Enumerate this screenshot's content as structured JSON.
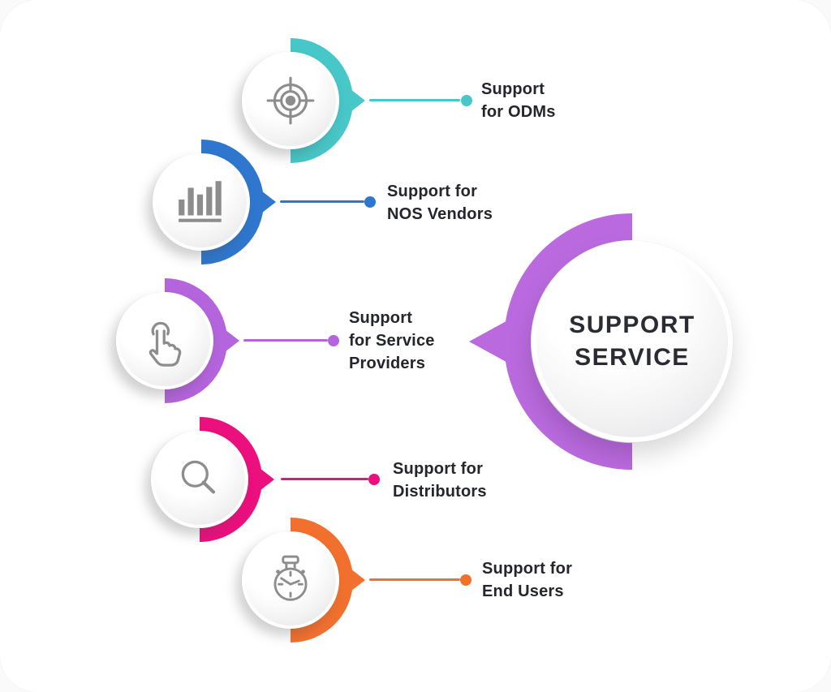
{
  "hub": {
    "title": "SUPPORT\nSERVICE",
    "color": "#BA6ADE"
  },
  "items": [
    {
      "id": "odms",
      "label": "Support\nfor ODMs",
      "color": "#47C7C8",
      "icon": "target-icon"
    },
    {
      "id": "nos-vendors",
      "label": "Support for\nNOS Vendors",
      "color": "#2F77CE",
      "icon": "bar-chart-icon"
    },
    {
      "id": "service-providers",
      "label": "Support\nfor Service\nProviders",
      "color": "#B464DC",
      "icon": "tap-icon"
    },
    {
      "id": "distributors",
      "label": "Support for\nDistributors",
      "color": "#EC0F7E",
      "icon": "search-icon"
    },
    {
      "id": "end-users",
      "label": "Support for\nEnd Users",
      "color": "#F2702E",
      "icon": "stopwatch-icon"
    }
  ],
  "colors": {
    "label_text": "#24252D",
    "hub_text": "#2B2C33",
    "icon": "#8D8D8D"
  }
}
